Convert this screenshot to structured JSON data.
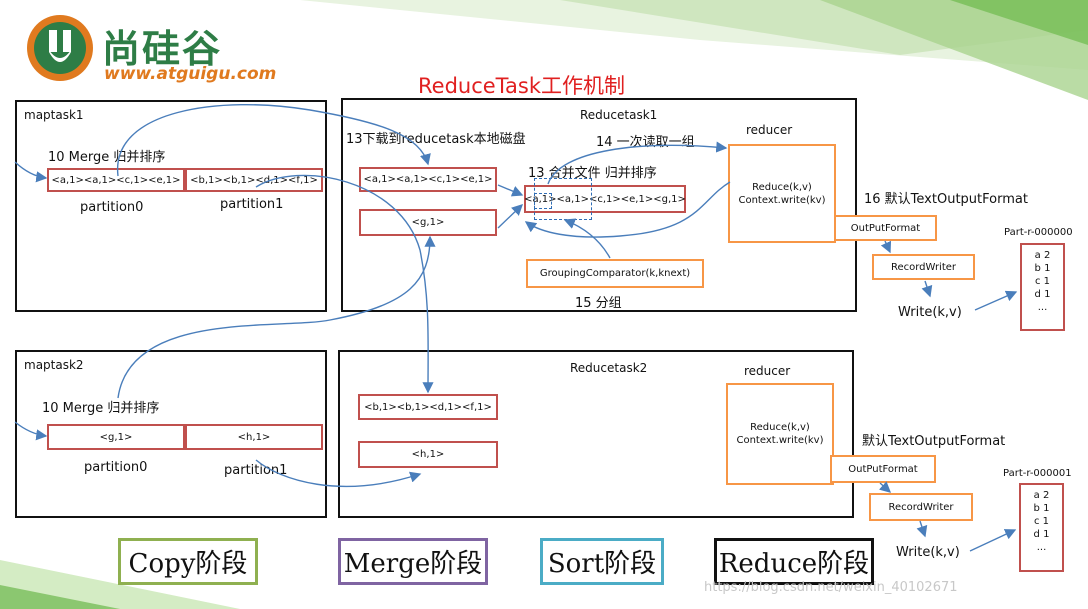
{
  "logo": {
    "cn": "尚硅谷",
    "url": "www.atguigu.com",
    "letter": "U"
  },
  "title": "ReduceTask工作机制",
  "maptask1": {
    "label": "maptask1",
    "merge_label": "10 Merge 归并排序",
    "box1": "<a,1><a,1><c,1><e,1>",
    "box2": "<b,1><b,1><d,1><f,1>",
    "partition0": "partition0",
    "partition1": "partition1"
  },
  "maptask2": {
    "label": "maptask2",
    "merge_label": "10 Merge 归并排序",
    "box1": "<g,1>",
    "box2": "<h,1>",
    "partition0": "partition0",
    "partition1": "partition1"
  },
  "reducetask1": {
    "label": "Reducetask1",
    "download_label": "13下载到reducetask本地磁盘",
    "read_label": "14 一次读取一组",
    "merge_label": "13 合并文件 归并排序",
    "box_a": "<a,1><a,1><c,1><e,1>",
    "box_g": "<g,1>",
    "merged": "<a,1><a,1><c,1><e,1><g,1>",
    "grouping": "GroupingComparator(k,knext)",
    "group_label": "15 分组",
    "reducer_label": "reducer",
    "reducer_line1": "Reduce(k,v)",
    "reducer_line2": "Context.write(kv)",
    "default_format": "16 默认TextOutputFormat",
    "outputformat": "OutPutFormat",
    "recordwriter": "RecordWriter",
    "write": "Write(k,v)",
    "part_title": "Part-r-000000",
    "part_lines": [
      "a 2",
      "b 1",
      "c 1",
      "d 1",
      "..."
    ]
  },
  "reducetask2": {
    "label": "Reducetask2",
    "box_b": "<b,1><b,1><d,1><f,1>",
    "box_h": "<h,1>",
    "reducer_label": "reducer",
    "reducer_line1": "Reduce(k,v)",
    "reducer_line2": "Context.write(kv)",
    "default_format": "默认TextOutputFormat",
    "outputformat": "OutPutFormat",
    "recordwriter": "RecordWriter",
    "write": "Write(k,v)",
    "part_title": "Part-r-000001",
    "part_lines": [
      "a 2",
      "b 1",
      "c 1",
      "d 1",
      "..."
    ]
  },
  "phases": [
    {
      "label": "Copy阶段",
      "color": "#8fb050"
    },
    {
      "label": "Merge阶段",
      "color": "#7f64a2"
    },
    {
      "label": "Sort阶段",
      "color": "#4bacc6"
    },
    {
      "label": "Reduce阶段",
      "color": "#111111"
    }
  ],
  "watermark": "https://blog.csdn.net/weixin_40102671",
  "colors": {
    "kv_border": "#c0504d",
    "orange": "#f79646",
    "arrow": "#4a7ebb",
    "title": "#e02020",
    "logo_green": "#2e7d46"
  }
}
